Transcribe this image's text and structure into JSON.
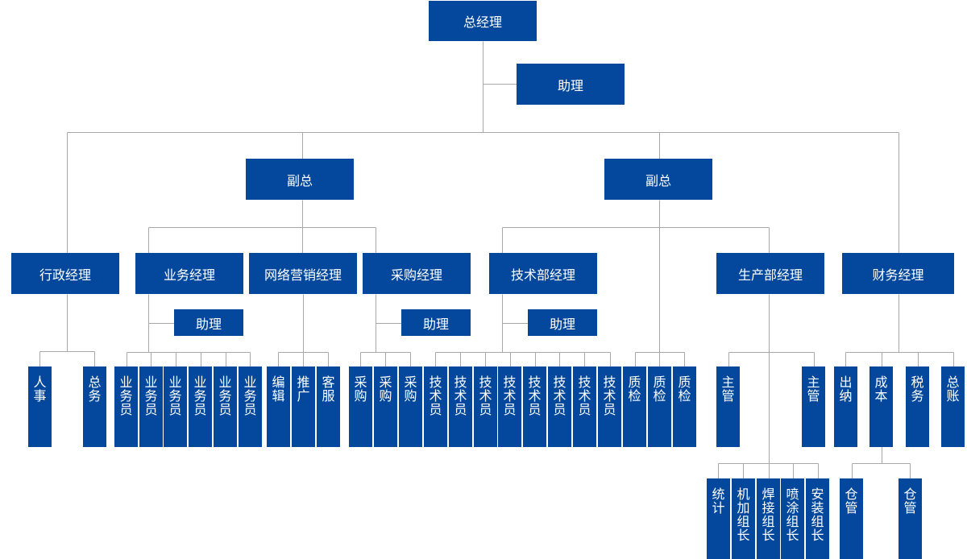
{
  "colors": {
    "box": "#03489c",
    "line": "#a8a8a8",
    "text": "#ffffff"
  },
  "top": {
    "ceo": "总经理",
    "ceo_assistant": "助理",
    "vp_left": "副总",
    "vp_right": "副总"
  },
  "managers": {
    "admin": "行政经理",
    "sales": "业务经理",
    "online_marketing": "网络营销经理",
    "purchasing": "采购经理",
    "tech": "技术部经理",
    "production": "生产部经理",
    "finance": "财务经理"
  },
  "assistants": {
    "sales": "助理",
    "purchasing": "助理",
    "tech": "助理"
  },
  "admin_staff": [
    "人事",
    "总务"
  ],
  "sales_staff": [
    "业务员",
    "业务员",
    "业务员",
    "业务员",
    "业务员",
    "业务员"
  ],
  "marketing_staff": [
    "编辑",
    "推广",
    "客服"
  ],
  "purchasing_staff": [
    "采购",
    "采购",
    "采购"
  ],
  "tech_staff": [
    "技术员",
    "技术员",
    "技术员",
    "技术员",
    "技术员",
    "技术员",
    "技术员",
    "技术员"
  ],
  "qc_staff": [
    "质检",
    "质检",
    "质检"
  ],
  "production_supervisors": [
    "主管",
    "主管"
  ],
  "production_leads": [
    "统计",
    "机加组长",
    "焊接组长",
    "喷涂组长",
    "安装组长"
  ],
  "finance_staff": [
    "出纳",
    "成本",
    "税务",
    "总账"
  ],
  "cost_staff": [
    "仓管",
    "仓管"
  ]
}
